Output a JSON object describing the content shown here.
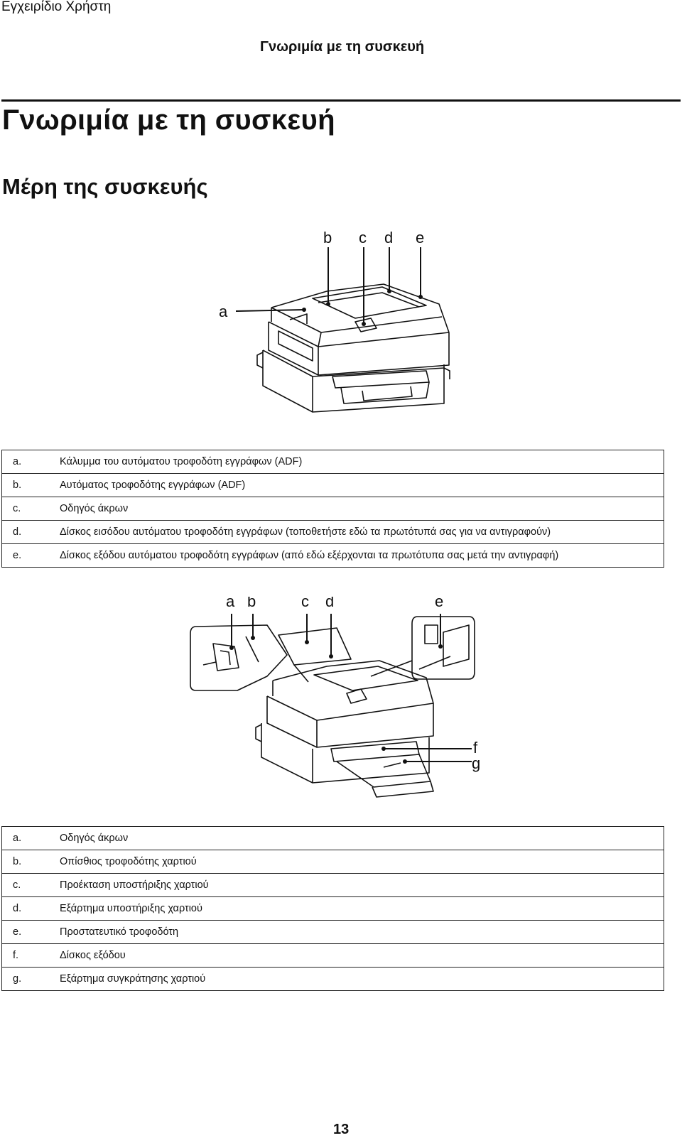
{
  "header": {
    "running_title": "Εγχειρίδιο Χρήστη",
    "running_section": "Γνωριμία με τη συσκευή"
  },
  "chapter_title": "Γνωριμία με τη συσκευή",
  "section_title": "Μέρη της συσκευής",
  "figure_front": {
    "callouts": [
      "a",
      "b",
      "c",
      "d",
      "e"
    ]
  },
  "table_front": {
    "rows": [
      {
        "letter": "a.",
        "text": "Κάλυμμα του αυτόματου τροφοδότη εγγράφων (ADF)"
      },
      {
        "letter": "b.",
        "text": "Αυτόματος τροφοδότης εγγράφων (ADF)"
      },
      {
        "letter": "c.",
        "text": "Οδηγός άκρων"
      },
      {
        "letter": "d.",
        "text": "Δίσκος εισόδου αυτόματου τροφοδότη εγγράφων (τοποθετήστε εδώ τα πρωτότυπά σας για να αντιγραφούν)"
      },
      {
        "letter": "e.",
        "text": "Δίσκος εξόδου αυτόματου τροφοδότη εγγράφων (από εδώ εξέρχονται τα πρωτότυπα σας μετά την αντιγραφή)"
      }
    ]
  },
  "figure_back": {
    "callouts": [
      "a",
      "b",
      "c",
      "d",
      "e",
      "f",
      "g"
    ]
  },
  "table_back": {
    "rows": [
      {
        "letter": "a.",
        "text": "Οδηγός άκρων"
      },
      {
        "letter": "b.",
        "text": "Οπίσθιος τροφοδότης χαρτιού"
      },
      {
        "letter": "c.",
        "text": "Προέκταση υποστήριξης χαρτιού"
      },
      {
        "letter": "d.",
        "text": "Εξάρτημα υποστήριξης χαρτιού"
      },
      {
        "letter": "e.",
        "text": "Προστατευτικό τροφοδότη"
      },
      {
        "letter": "f.",
        "text": "Δίσκος εξόδου"
      },
      {
        "letter": "g.",
        "text": "Εξάρτημα συγκράτησης χαρτιού"
      }
    ]
  },
  "footer": {
    "page_number": "13"
  }
}
